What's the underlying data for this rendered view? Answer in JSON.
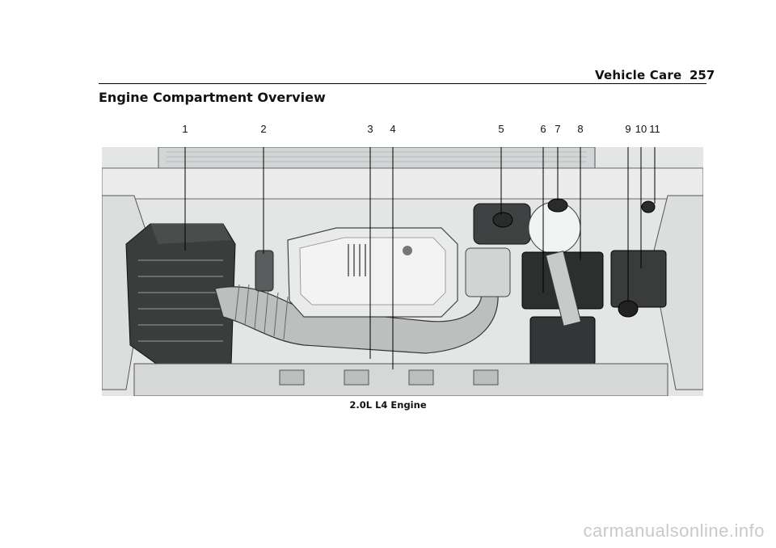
{
  "header": {
    "section": "Vehicle Care",
    "page_number": "257"
  },
  "title": "Engine Compartment Overview",
  "figure": {
    "callouts": [
      "1",
      "2",
      "3",
      "4",
      "5",
      "6",
      "7",
      "8",
      "9",
      "10",
      "11"
    ],
    "caption": "2.0L L4 Engine"
  },
  "watermark": "carmanualsonline.info"
}
